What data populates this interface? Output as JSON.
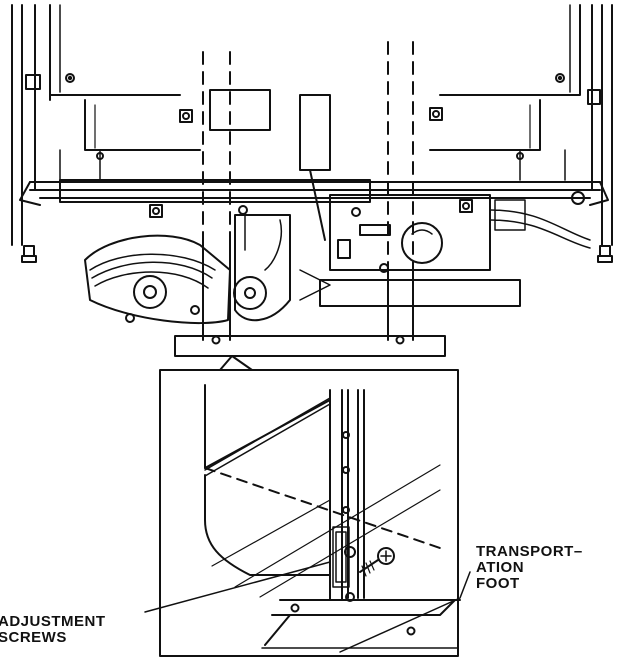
{
  "labels": {
    "adjustment_screws": [
      "ADJUSTMENT",
      "SCREWS"
    ],
    "transportation_foot": [
      "TRANSPORT–",
      "ATION",
      "FOOT"
    ]
  },
  "colors": {
    "ink": "#111111",
    "paper": "#ffffff"
  }
}
